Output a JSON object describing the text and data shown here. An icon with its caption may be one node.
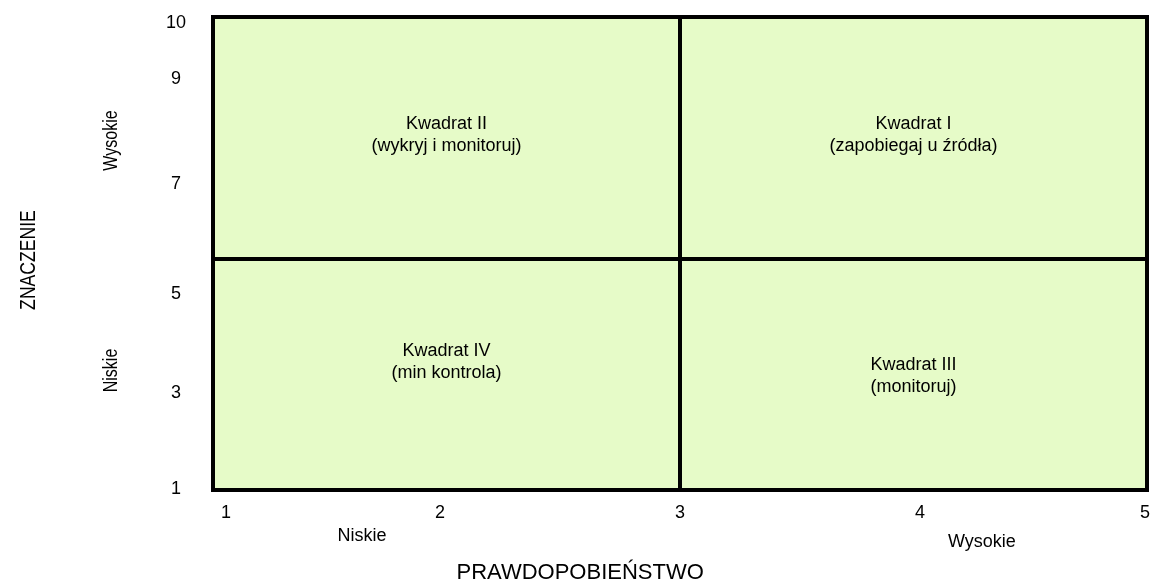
{
  "diagram": {
    "nodes": [
      {
        "text": [
          "Kwadrat II",
          "(wykryj i monitoruj)"
        ]
      },
      {
        "text": [
          "Kwadrat I",
          "(zapobiegaj u źródła)"
        ]
      },
      {
        "text": [
          "Kwadrat IV",
          "(min kontrola)"
        ]
      },
      {
        "text": [
          "Kwadrat III",
          "(monitoruj)"
        ]
      }
    ],
    "labels": [
      "10",
      "9",
      "Wysokie",
      "7",
      "ZNACZENIE",
      "5",
      "Niskie",
      "3",
      "1",
      "1",
      "2",
      "3",
      "4",
      "5",
      "Niskie",
      "Wysokie",
      "PRAWDOPOBIEŃSTWO"
    ]
  }
}
